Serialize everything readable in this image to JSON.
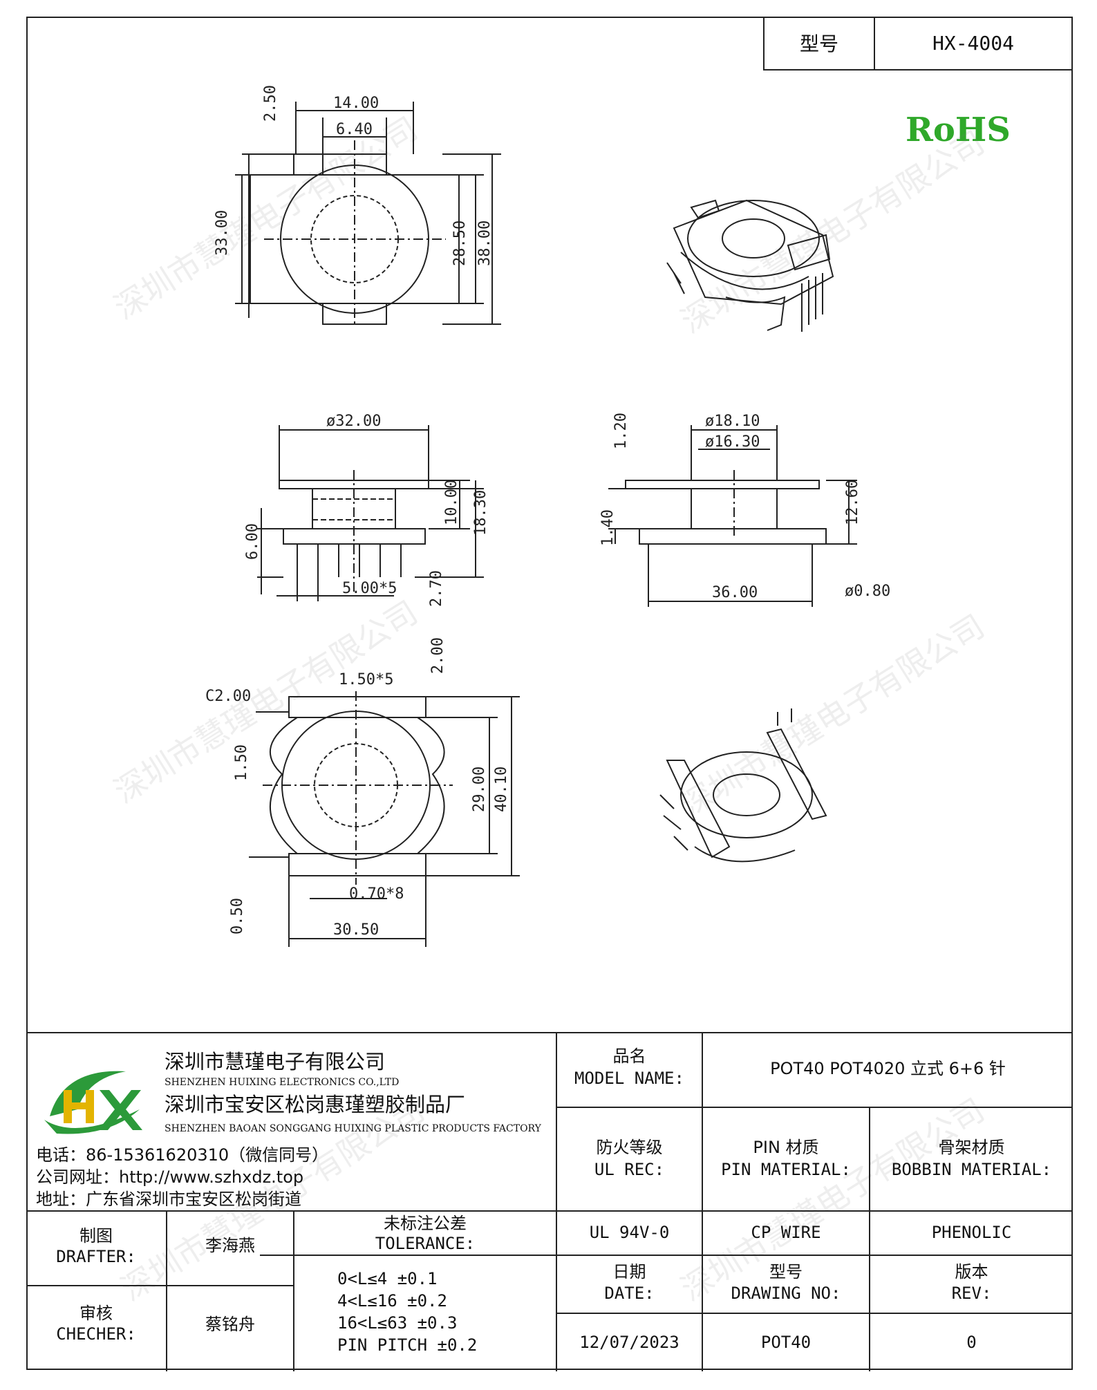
{
  "header": {
    "model_label": "型号",
    "model_value": "HX-4004",
    "rohs": "RoHS"
  },
  "watermark": "深圳市慧瑾电子有限公司",
  "dimensions": {
    "top_view": [
      "14.00",
      "6.40",
      "2.50",
      "33.00",
      "28.50",
      "38.00"
    ],
    "front_view": [
      "ø32.00",
      "10.00",
      "18.30",
      "6.00",
      "5.00*5",
      "2.70"
    ],
    "side_view": [
      "ø18.10",
      "ø16.30",
      "1.20",
      "12.60",
      "1.40",
      "36.00",
      "ø0.80"
    ],
    "bottom_view": [
      "2.00",
      "C2.00",
      "1.50*5",
      "1.50",
      "29.00",
      "40.10",
      "0.70*8",
      "0.50",
      "30.50"
    ]
  },
  "company": {
    "name_cn": "深圳市慧瑾电子有限公司",
    "name_en": "SHENZHEN HUIXING ELECTRONICS CO.,LTD",
    "factory_cn": "深圳市宝安区松岗惠瑾塑胶制品厂",
    "factory_en": "SHENZHEN BAOAN SONGGANG HUIXING PLASTIC PRODUCTS FACTORY",
    "phone": "电话：86-15361620310（微信同号）",
    "website": "公司网址：http://www.szhxdz.top",
    "address": "地址：广东省深圳市宝安区松岗街道"
  },
  "title_block": {
    "model_name_cn": "品名",
    "model_name_en": "MODEL NAME:",
    "model_name_value": "POT40 POT4020 立式 6+6 针",
    "ul_cn": "防火等级",
    "ul_en": "UL REC:",
    "pin_cn": "PIN 材质",
    "pin_en": "PIN MATERIAL:",
    "bobbin_cn": "骨架材质",
    "bobbin_en": "BOBBIN MATERIAL:",
    "ul_value": "UL 94V-0",
    "pin_value": "CP WIRE",
    "bobbin_value": "PHENOLIC",
    "drafter_cn": "制图",
    "drafter_en": "DRAFTER:",
    "drafter_name": "李海燕",
    "checker_cn": "审核",
    "checker_en": "CHECHER:",
    "checker_name": "蔡铭舟",
    "tolerance_cn": "未标注公差",
    "tolerance_en": "TOLERANCE:",
    "tolerances": [
      "0<L≤4   ±0.1",
      "4<L≤16  ±0.2",
      "16<L≤63  ±0.3",
      "PIN PITCH  ±0.2"
    ],
    "date_cn": "日期",
    "date_en": "DATE:",
    "date_value": "12/07/2023",
    "drawing_cn": "型号",
    "drawing_en": "DRAWING NO:",
    "drawing_value": "POT40",
    "rev_cn": "版本",
    "rev_en": "REV:",
    "rev_value": "0"
  }
}
